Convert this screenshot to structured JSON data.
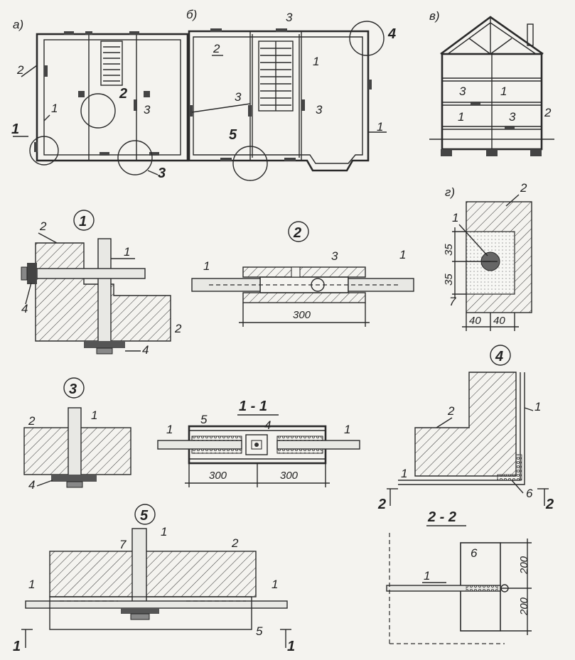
{
  "views": {
    "a": "а)",
    "b": "б)",
    "v": "в)",
    "g": "г)"
  },
  "details": [
    "1",
    "2",
    "3",
    "4",
    "5"
  ],
  "sections": {
    "s11": "1 - 1",
    "s22": "2 - 2"
  },
  "callouts": {
    "one": "1",
    "two": "2",
    "three": "3",
    "four": "4",
    "five": "5",
    "six": "6",
    "seven": "7"
  },
  "dimensions": {
    "d300": "300",
    "d35": "35",
    "d40": "40",
    "d200": "200"
  },
  "cut_marks": {
    "c1": "1",
    "c2": "2"
  }
}
